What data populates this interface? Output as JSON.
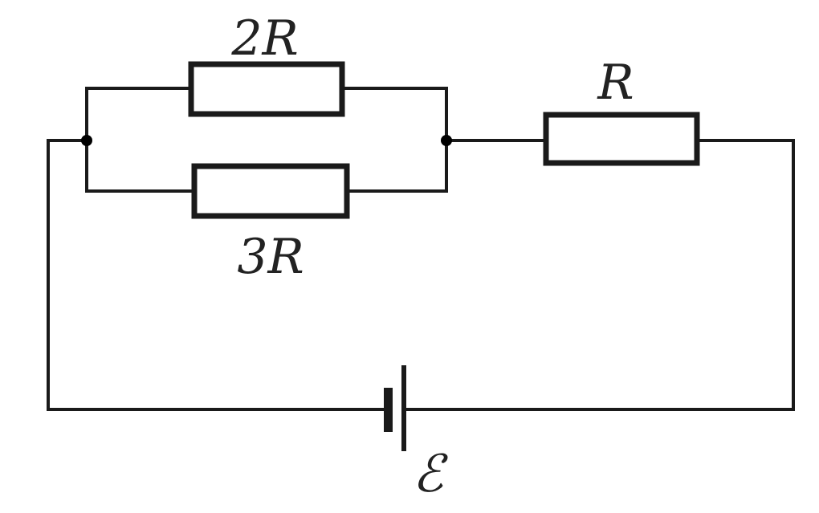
{
  "components": {
    "resistor_top": {
      "label": "2R"
    },
    "resistor_bottom": {
      "label": "3R"
    },
    "resistor_series": {
      "label": "R"
    },
    "battery": {
      "label": "ℰ"
    }
  },
  "colors": {
    "stroke": "#1a1a1a",
    "background": "#ffffff"
  }
}
